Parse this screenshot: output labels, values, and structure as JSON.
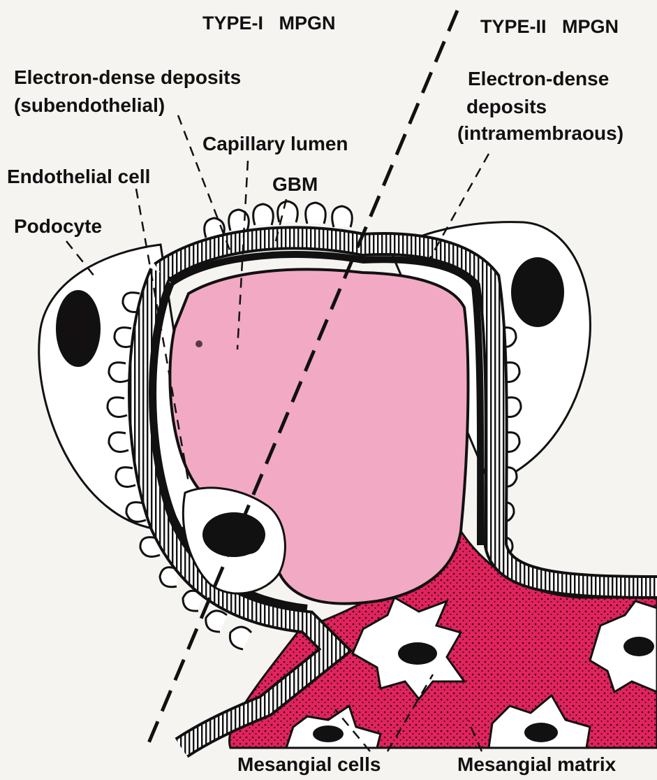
{
  "headings": {
    "left": "TYPE-I   MPGN",
    "right": "TYPE-II   MPGN"
  },
  "labels": {
    "edd_sub_line1": "Electron-dense deposits",
    "edd_sub_line2": "(subendothelial)",
    "capillary_lumen": "Capillary lumen",
    "endothelial_cell": "Endothelial cell",
    "gbm": "GBM",
    "podocyte": "Podocyte",
    "edd_intra_line1": "Electron-dense",
    "edd_intra_line2": "deposits",
    "edd_intra_line3": "(intramembraous)",
    "mesangial_cells": "Mesangial cells",
    "mesangial_matrix": "Mesangial matrix"
  },
  "colors": {
    "lumen": "#f2a9c4",
    "matrix": "#e0245e",
    "ink": "#111111",
    "background": "#f6f4f1"
  }
}
